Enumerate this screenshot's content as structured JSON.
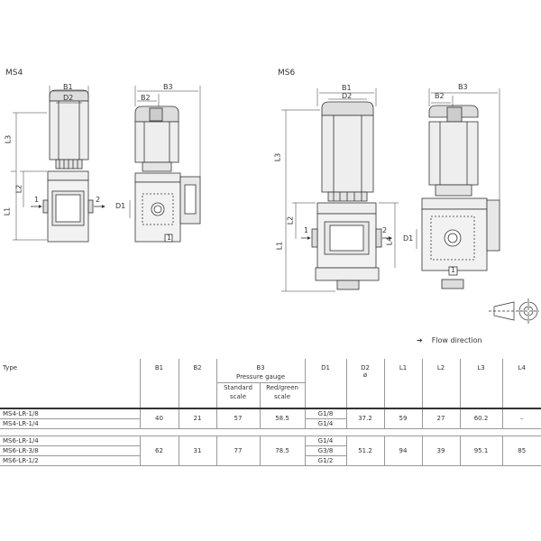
{
  "series": {
    "ms4": "MS4",
    "ms6": "MS6"
  },
  "dims": {
    "b1": "B1",
    "b2": "B2",
    "b3": "B3",
    "d1": "D1",
    "d2": "D2",
    "l1": "L1",
    "l2": "L2",
    "l3": "L3",
    "l4": "L4",
    "port_in": "1",
    "port_out": "2",
    "port_mark": "1"
  },
  "flow": {
    "arrow": "➔",
    "label": "Flow direction"
  },
  "table": {
    "headers": {
      "type": "Type",
      "b1": "B1",
      "b2": "B2",
      "b3": "B3",
      "b3_sub": "Pressure gauge",
      "b3_standard": "Standard scale",
      "b3_redgreen": "Red/green scale",
      "d1": "D1",
      "d2": "D2",
      "d2_sym": "ø",
      "l1": "L1",
      "l2": "L2",
      "l3": "L3",
      "l4": "L4"
    },
    "groups": [
      {
        "types": [
          "MS4-LR-1/8",
          "MS4-LR-1/4"
        ],
        "d1": [
          "G1/8",
          "G1/4"
        ],
        "b1": "40",
        "b2": "21",
        "b3_standard": "57",
        "b3_redgreen": "58.5",
        "d2": "37.2",
        "l1": "59",
        "l2": "27",
        "l3": "60.2",
        "l4": "–"
      },
      {
        "types": [
          "MS6-LR-1/4",
          "MS6-LR-3/8",
          "MS6-LR-1/2"
        ],
        "d1": [
          "G1/4",
          "G3/8",
          "G1/2"
        ],
        "b1": "62",
        "b2": "31",
        "b3_standard": "77",
        "b3_redgreen": "78.5",
        "d2": "51.2",
        "l1": "94",
        "l2": "39",
        "l3": "95.1",
        "l4": "85"
      }
    ]
  }
}
